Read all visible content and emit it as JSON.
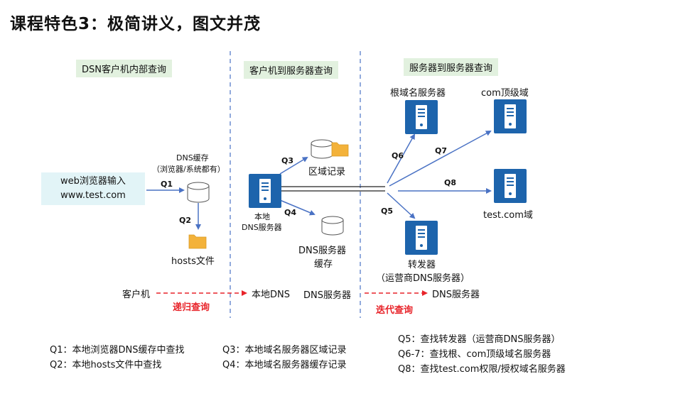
{
  "title": "课程特色3：极简讲义，图文并茂",
  "sections": {
    "left": "DSN客户机内部查询",
    "middle": "客户机到服务器查询",
    "right": "服务器到服务器查询"
  },
  "left": {
    "input_line1": "web浏览器输入",
    "input_line2": "www.test.com",
    "cache_line1": "DNS缓存",
    "cache_line2": "（浏览器/系统都有）",
    "q1": "Q1",
    "q2": "Q2",
    "hosts": "hosts文件"
  },
  "middle": {
    "q3": "Q3",
    "q4": "Q4",
    "zone": "区域记录",
    "local_line1": "本地",
    "local_line2": "DNS服务器",
    "cache_line1": "DNS服务器",
    "cache_line2": "缓存"
  },
  "right": {
    "q5": "Q5",
    "q6": "Q6",
    "q7": "Q7",
    "q8": "Q8",
    "root": "根域名服务器",
    "com": "com顶级域",
    "testcom": "test.com域",
    "fwd_line1": "转发器",
    "fwd_line2": "（运营商DNS服务器）"
  },
  "flow": {
    "client": "客户机",
    "local_dns": "本地DNS",
    "dns_server1": "DNS服务器",
    "dns_server2": "DNS服务器",
    "recursive": "递归查询",
    "iterative": "迭代查询"
  },
  "legend": {
    "col1": [
      "Q1：本地浏览器DNS缓存中查找",
      "Q2：本地hosts文件中查找"
    ],
    "col2": [
      "Q3：本地域名服务器区域记录",
      "Q4：本地域名服务器缓存记录"
    ],
    "col3": [
      "Q5：查找转发器（运营商DNS服务器）",
      "Q6-7：查找根、com顶级域名服务器",
      "Q8：查找test.com权限/授权域名服务器"
    ]
  },
  "colors": {
    "server_blue": "#1d64ac",
    "arrow_blue": "#4a72c4",
    "red_dashed": "#e8242a",
    "section_bg": "#e2f1df",
    "input_bg": "#e2f4f7",
    "folder": "#f3b23a"
  }
}
